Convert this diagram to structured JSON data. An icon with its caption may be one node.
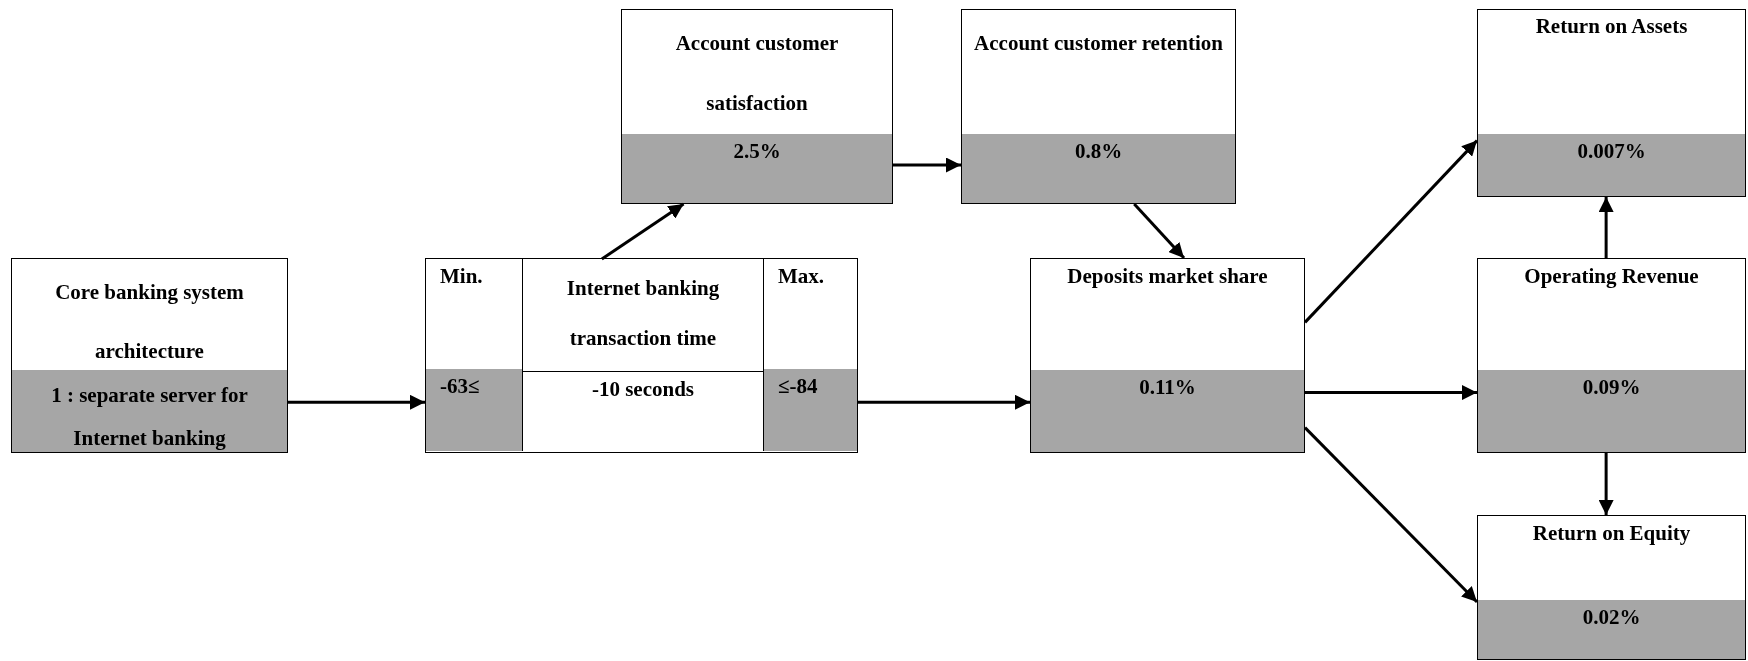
{
  "diagram": {
    "nodes": [
      {
        "text": [
          "Core banking system architecture",
          "1 : separate server for Internet banking"
        ]
      },
      {
        "text": [],
        "shape": "box"
      },
      {
        "text": [
          "Min.",
          "-63≤"
        ],
        "in": 1
      },
      {
        "text": [
          "Internet banking transaction time",
          "-10 seconds"
        ],
        "in": 1
      },
      {
        "text": [
          "Max.",
          "≤-84"
        ],
        "in": 1
      },
      {
        "text": [
          "Account customer satisfaction",
          "2.5%"
        ]
      },
      {
        "text": [
          "Account customer retention",
          "0.8%"
        ]
      },
      {
        "text": [
          "Deposits market share",
          "0.11%"
        ]
      },
      {
        "text": [
          "Return on Assets",
          "0.007%"
        ]
      },
      {
        "text": [
          "Operating Revenue",
          "0.09%"
        ]
      },
      {
        "text": [
          "Return on Equity",
          "0.02%"
        ]
      }
    ],
    "edges": [
      {
        "from": 0,
        "to": 1,
        "arrow": "to"
      },
      {
        "from": 3,
        "to": 5,
        "arrow": "to"
      },
      {
        "from": 5,
        "to": 6,
        "arrow": "to"
      },
      {
        "from": 6,
        "to": 7,
        "arrow": "to"
      },
      {
        "from": 1,
        "to": 7,
        "arrow": "to"
      },
      {
        "from": 7,
        "to": 8,
        "arrow": "to"
      },
      {
        "from": 7,
        "to": 9,
        "arrow": "to"
      },
      {
        "from": 7,
        "to": 10,
        "arrow": "to"
      },
      {
        "from": 9,
        "to": 8,
        "arrow": "to"
      },
      {
        "from": 9,
        "to": 10,
        "arrow": "to"
      }
    ]
  }
}
